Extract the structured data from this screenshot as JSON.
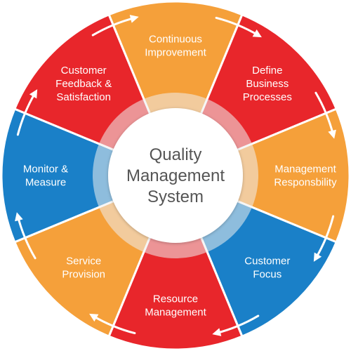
{
  "center": {
    "lines": [
      "Quality",
      "Management",
      "System"
    ]
  },
  "colors": {
    "red": "#E8262B",
    "orange": "#F5A03A",
    "blue": "#1A80C8",
    "ring": "#EEEEEE",
    "arrow": "#ffffff",
    "center_text": "#555555"
  },
  "segments": [
    {
      "name": "continuous-improvement",
      "lines": [
        "Continuous",
        "Improvement"
      ],
      "color": "orange"
    },
    {
      "name": "define-business-processes",
      "lines": [
        "Define",
        "Business",
        "Processes"
      ],
      "color": "red"
    },
    {
      "name": "management-responsibility",
      "lines": [
        "Management",
        "Responsbility"
      ],
      "color": "orange"
    },
    {
      "name": "customer-focus",
      "lines": [
        "Customer",
        "Focus"
      ],
      "color": "blue"
    },
    {
      "name": "resource-management",
      "lines": [
        "Resource",
        "Management"
      ],
      "color": "red"
    },
    {
      "name": "service-provision",
      "lines": [
        "Service",
        "Provision"
      ],
      "color": "orange"
    },
    {
      "name": "monitor-measure",
      "lines": [
        "Monitor &",
        "Measure"
      ],
      "color": "blue"
    },
    {
      "name": "customer-feedback-satisfaction",
      "lines": [
        "Customer",
        "Feedback &",
        "Satisfaction"
      ],
      "color": "red"
    }
  ],
  "arrow_icon": "curved-arrow-icon"
}
